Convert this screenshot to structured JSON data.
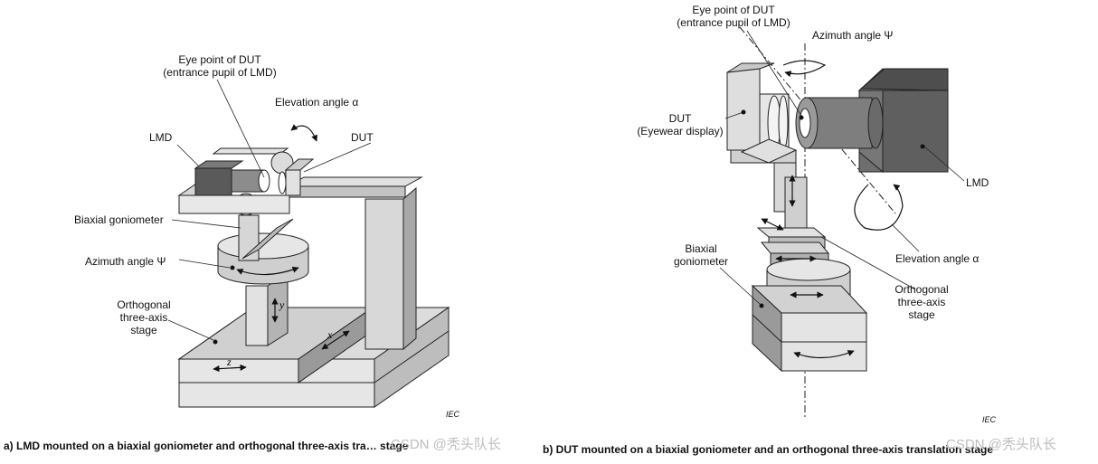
{
  "figure_a": {
    "labels": {
      "eye_point": "Eye point of DUT\n(entrance pupil of LMD)",
      "elevation": "Elevation angle α",
      "lmd": "LMD",
      "dut": "DUT",
      "goniometer": "Biaxial goniometer",
      "azimuth": "Azimuth angle Ψ",
      "stage": "Orthogonal\nthree-axis\nstage"
    },
    "axes": {
      "x": "x",
      "y": "y",
      "z": "z"
    },
    "iec": "IEC",
    "caption": "a)   LMD mounted on a biaxial goniometer and orthogonal three-axis tra… stage"
  },
  "figure_b": {
    "labels": {
      "eye_point": "Eye point of DUT\n(entrance pupil of LMD)",
      "azimuth": "Azimuth angle Ψ",
      "dut": "DUT\n(Eyewear display)",
      "lmd": "LMD",
      "elevation": "Elevation angle α",
      "goniometer": "Biaxial\ngoniometer",
      "stage": "Orthogonal\nthree-axis\nstage"
    },
    "iec": "IEC",
    "caption": "b)   DUT mounted on a biaxial goniometer and an orthogonal three-axis translation stage"
  },
  "watermarks": [
    "CSDN @秃头队长",
    "CSDN @秃头队长"
  ]
}
